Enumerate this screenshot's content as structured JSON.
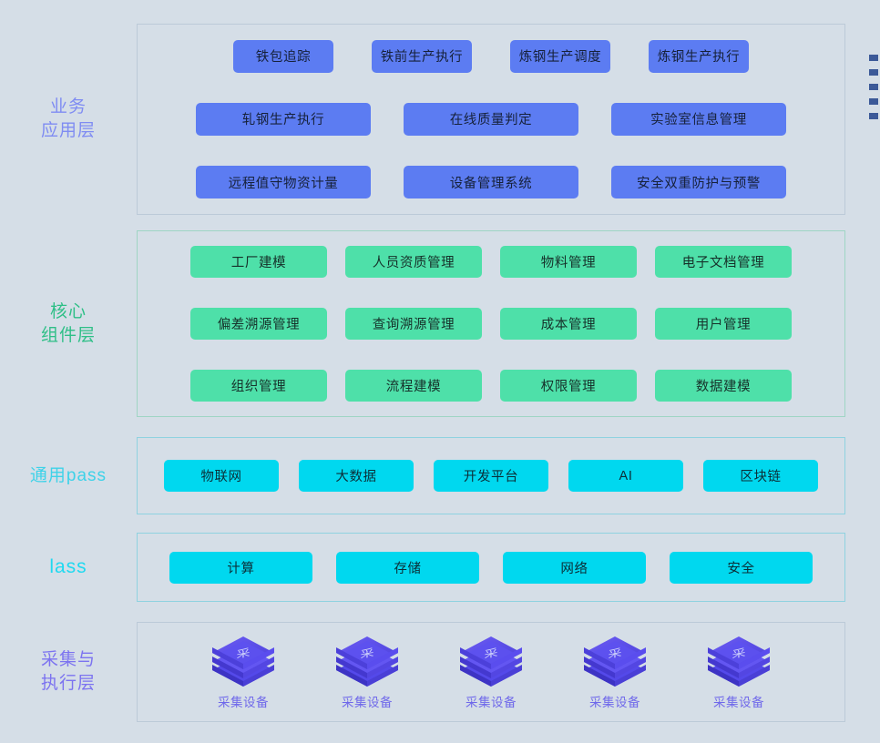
{
  "page": {
    "background_color": "#d5dee7",
    "title": "分层架构图"
  },
  "layers": [
    {
      "id": "business",
      "label": "业务\n应用层",
      "label_color": "#7f8cf2",
      "item_color": "#5c7cf2",
      "rows": [
        [
          "铁包追踪",
          "铁前生产执行",
          "炼钢生产调度",
          "炼钢生产执行"
        ],
        [
          "轧钢生产执行",
          "在线质量判定",
          "实验室信息管理"
        ],
        [
          "远程值守物资计量",
          "设备管理系统",
          "安全双重防护与预警"
        ]
      ]
    },
    {
      "id": "core",
      "label": "核心\n组件层",
      "label_color": "#2fbf87",
      "item_color": "#4ee0a9",
      "rows": [
        [
          "工厂建模",
          "人员资质管理",
          "物料管理",
          "电子文档管理"
        ],
        [
          "偏差溯源管理",
          "查询溯源管理",
          "成本管理",
          "用户管理"
        ],
        [
          "组织管理",
          "流程建模",
          "权限管理",
          "数据建模"
        ]
      ]
    },
    {
      "id": "pass",
      "label": "通用pass",
      "label_color": "#3ed2e8",
      "item_color": "#00d8ef",
      "rows": [
        [
          "物联网",
          "大数据",
          "开发平台",
          "AI",
          "区块链"
        ]
      ]
    },
    {
      "id": "iaas",
      "label": "lass",
      "label_color": "#1fd9f0",
      "item_color": "#00d8ef",
      "rows": [
        [
          "计算",
          "存储",
          "网络",
          "安全"
        ]
      ]
    },
    {
      "id": "acquisition",
      "label": "采集与\n执行层",
      "label_color": "#7c73f0",
      "item_color": "#5b4fe8",
      "devices": [
        {
          "icon": "isometric-cube-icon",
          "glyph": "采",
          "label": "采集设备"
        },
        {
          "icon": "isometric-cube-icon",
          "glyph": "采",
          "label": "采集设备"
        },
        {
          "icon": "isometric-cube-icon",
          "glyph": "采",
          "label": "采集设备"
        },
        {
          "icon": "isometric-cube-icon",
          "glyph": "采",
          "label": "采集设备"
        },
        {
          "icon": "isometric-cube-icon",
          "glyph": "采",
          "label": "采集设备"
        }
      ]
    }
  ],
  "edge_marks": {
    "color": "#3b5998",
    "count": 5
  }
}
